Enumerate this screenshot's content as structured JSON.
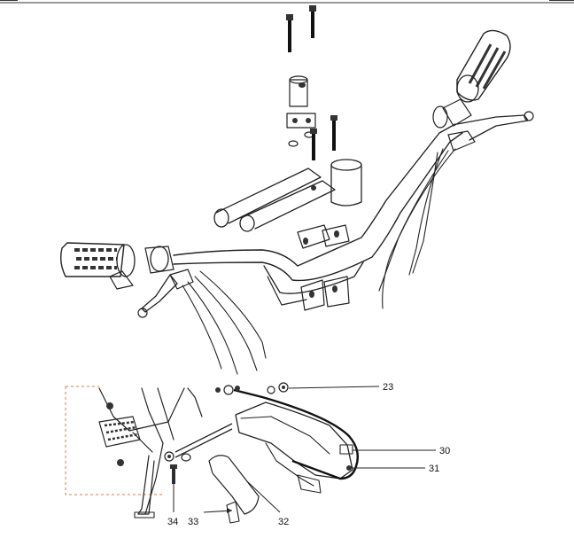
{
  "diagram": {
    "callouts": {
      "c23": "23",
      "c30": "30",
      "c31": "31",
      "c32": "32",
      "c33": "33",
      "c34": "34"
    }
  }
}
